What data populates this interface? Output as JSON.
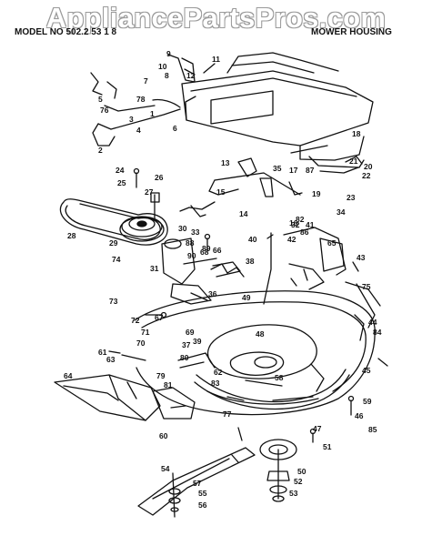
{
  "watermark": "AppliancePartsPros.com",
  "header": {
    "model_text": "MODEL NO 502.2 53 1 8",
    "section_title": "MOWER HOUSING"
  },
  "diagram": {
    "part_labels": [
      "1",
      "2",
      "3",
      "4",
      "5",
      "6",
      "7",
      "8",
      "9",
      "10",
      "11",
      "12",
      "13",
      "14",
      "15",
      "16",
      "17",
      "18",
      "19",
      "20",
      "21",
      "22",
      "23",
      "24",
      "25",
      "26",
      "27",
      "28",
      "29",
      "30",
      "31",
      "32",
      "33",
      "34",
      "35",
      "36",
      "37",
      "38",
      "39",
      "40",
      "41",
      "42",
      "43",
      "44",
      "45",
      "46",
      "47",
      "48",
      "49",
      "50",
      "51",
      "52",
      "53",
      "54",
      "55",
      "56",
      "57",
      "58",
      "59",
      "60",
      "61",
      "62",
      "63",
      "64",
      "65",
      "66",
      "67",
      "68",
      "69",
      "70",
      "71",
      "72",
      "73",
      "74",
      "75",
      "76",
      "77",
      "78",
      "79",
      "80",
      "81",
      "82",
      "83",
      "84",
      "85",
      "86",
      "87",
      "88",
      "89",
      "90"
    ]
  }
}
